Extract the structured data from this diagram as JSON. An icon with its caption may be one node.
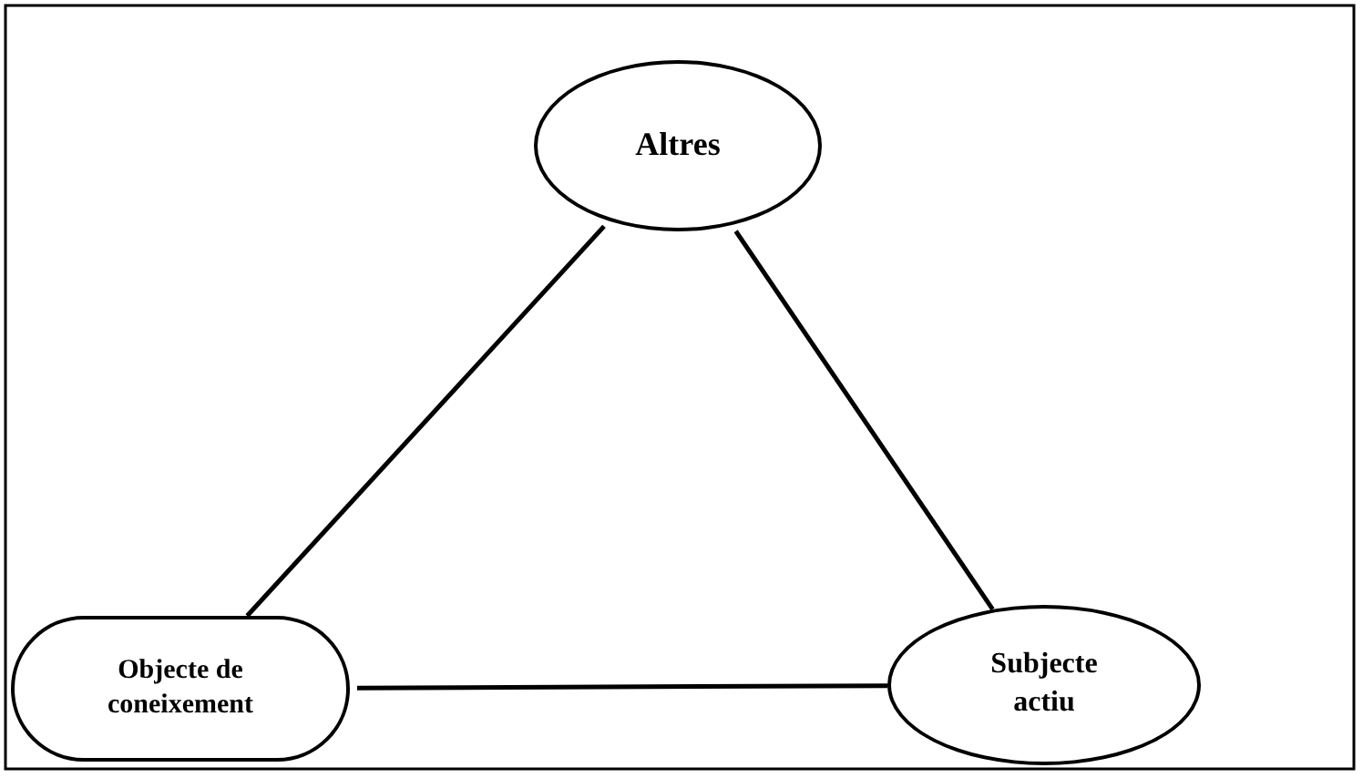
{
  "diagram": {
    "nodes": [
      {
        "text": [
          "Altres"
        ]
      },
      {
        "text": [
          "Objecte de coneixement"
        ]
      },
      {
        "text": [
          "Subjecte actiu"
        ]
      }
    ],
    "edges": [
      {
        "from": 0,
        "to": 1,
        "arrow": "none"
      },
      {
        "from": 0,
        "to": 2,
        "arrow": "none"
      },
      {
        "from": 1,
        "to": 2,
        "arrow": "none"
      }
    ]
  }
}
